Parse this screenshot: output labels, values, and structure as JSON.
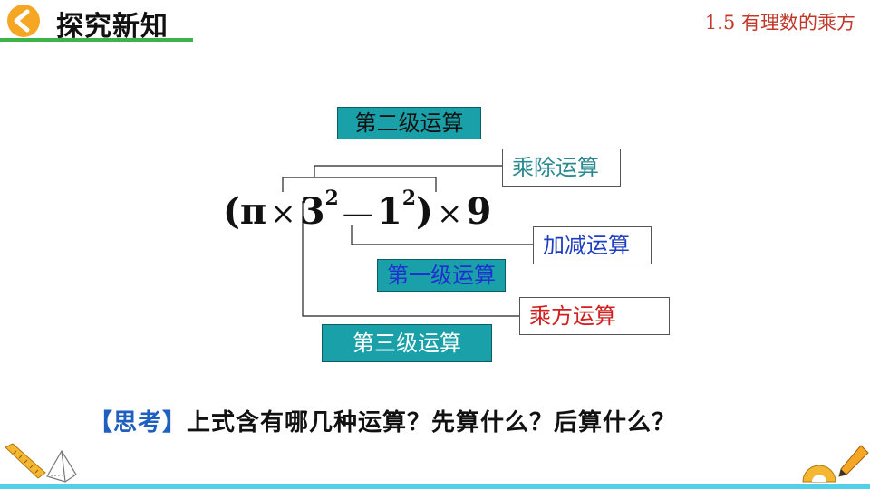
{
  "header": {
    "title": "探究新知",
    "section": "1.5  有理数的乘方"
  },
  "boxes": {
    "level2": "第二级运算",
    "mul_div": "乘除运算",
    "add_sub": "加减运算",
    "level1": "第一级运算",
    "power": "乘方运算",
    "level3": "第三级运算"
  },
  "formula": {
    "open": "(π",
    "times1": "×",
    "base1": "3",
    "exp1": "2",
    "minus": "—",
    "base2": "1",
    "exp2": "2",
    "close": ")",
    "times2": "×",
    "last": "9"
  },
  "think": {
    "label": "【思考】",
    "question": "上式含有哪几种运算？先算什么？后算什么？"
  },
  "colors": {
    "accent_green": "#3cb44a",
    "box_teal": "#1aa0a8",
    "mul_div_text": "#2a8a8f",
    "add_sub_text": "#1f3fbf",
    "level1_text": "#1f2fd0",
    "power_text": "#d02020",
    "section_red": "#c0392b",
    "think_blue": "#1f5fc0"
  }
}
